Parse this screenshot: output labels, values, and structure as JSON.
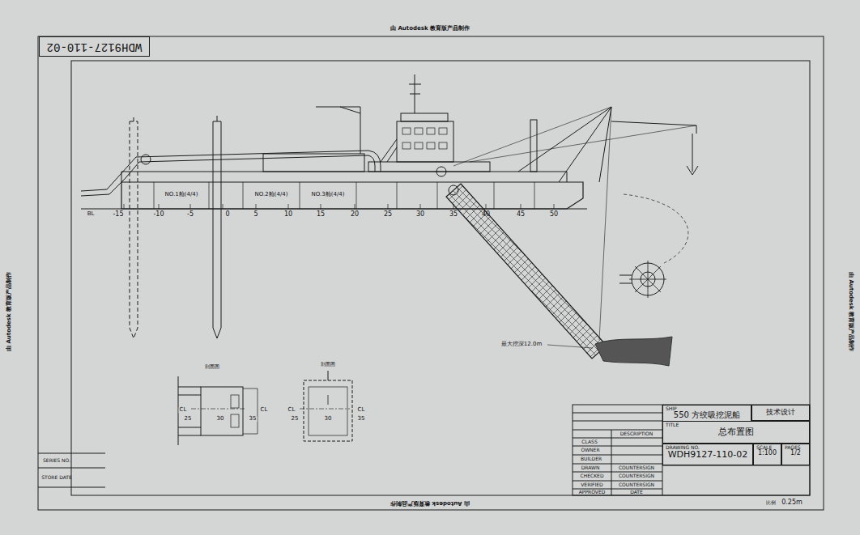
{
  "diagram": {
    "nodes": [
      {
        "text": [
          "WDH9127-110-02"
        ]
      },
      {
        "text": [
          "SHIP",
          "550 方绞吸挖泥船"
        ]
      },
      {
        "text": [
          "技术设计"
        ]
      },
      {
        "text": [
          "TITLE",
          "总布置图"
        ]
      },
      {
        "text": [
          "DRAWING NO.",
          "WDH9127-110-02"
        ]
      },
      {
        "text": [
          "SCALE",
          "1:100"
        ]
      },
      {
        "text": [
          "PAGES",
          "1/2"
        ]
      }
    ],
    "labels": [
      "由 Autodesk 教育版产品制作",
      "由 Autodesk 教育版产品制作",
      "由 Autodesk 教育版产品制作",
      "由 Autodesk 教育版产品制作",
      "-15",
      "-10",
      "-5",
      "0",
      "5",
      "10",
      "15",
      "20",
      "25",
      "30",
      "35",
      "40",
      "45",
      "50",
      "BL",
      "NO.1舱(4/4)",
      "NO.2舱(4/4)",
      "NO.3舱(4/4)",
      "最大挖深12.0m",
      "剖面图",
      "剖面图",
      "CL",
      "25",
      "30",
      "35",
      "CL",
      "CL",
      "25",
      "30",
      "35",
      "CL",
      "SERIES NO.",
      "STORE DATE",
      "DESCRIPTION",
      "CLASS",
      "OWNER",
      "BUILDER",
      "DRAWN",
      "CHECKED",
      "VERIFIED",
      "APPROVED",
      "COUNTERSIGN",
      "COUNTERSIGN",
      "COUNTERSIGN",
      "DATE",
      "比例",
      "0.25m"
    ]
  }
}
